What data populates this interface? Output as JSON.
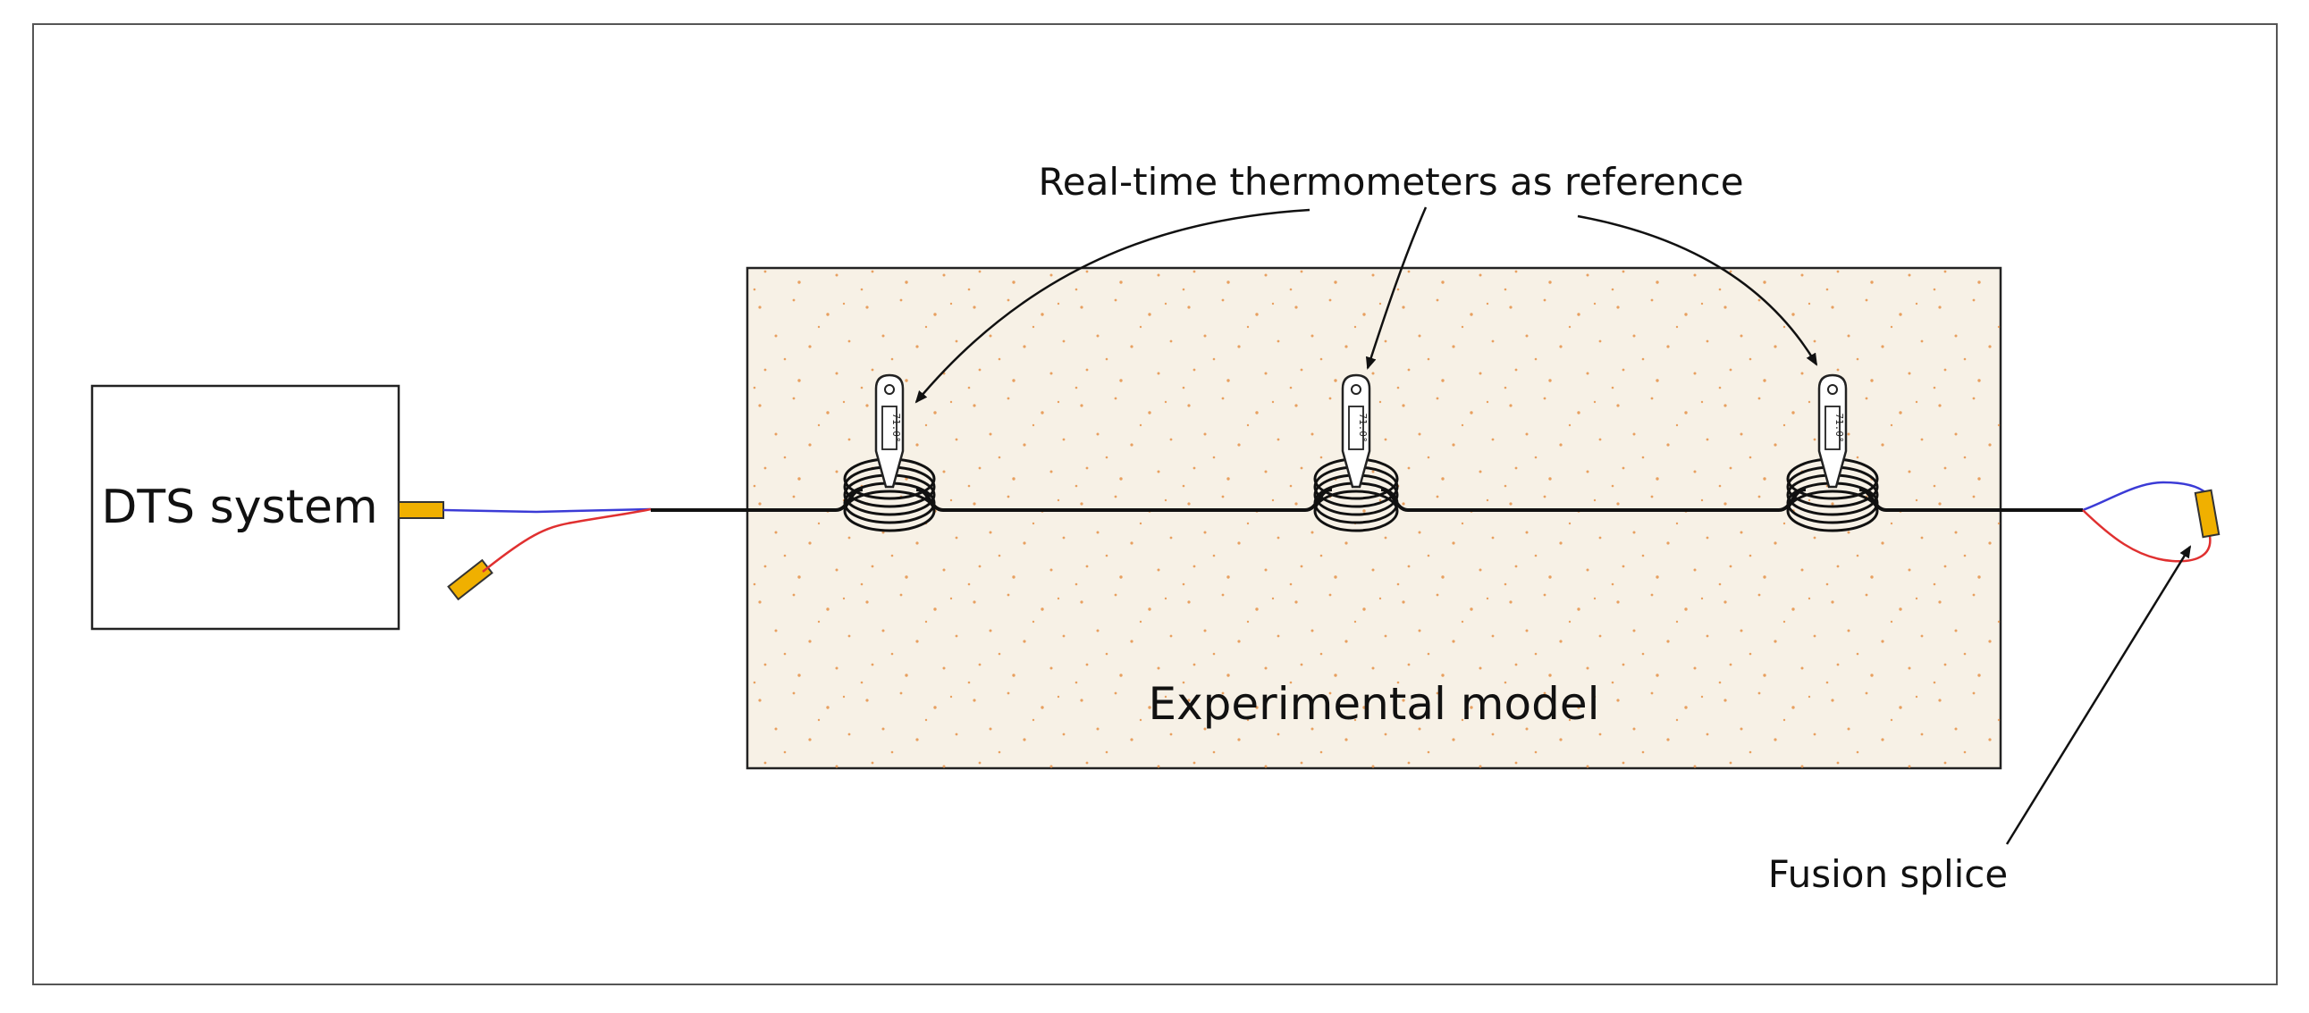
{
  "labels": {
    "dts_system": "DTS system",
    "thermometers": "Real-time thermometers as reference",
    "experimental_model": "Experimental model",
    "fusion_splice": "Fusion splice"
  },
  "thermometer_readout": "71.0°",
  "colors": {
    "fiber": "#111111",
    "fiber_blue": "#3b3bd6",
    "fiber_red": "#e03030",
    "connector": "#f0b000",
    "model_fill": "#f7f1e6",
    "sand_dots": "#e8a060",
    "outline": "#222222"
  }
}
